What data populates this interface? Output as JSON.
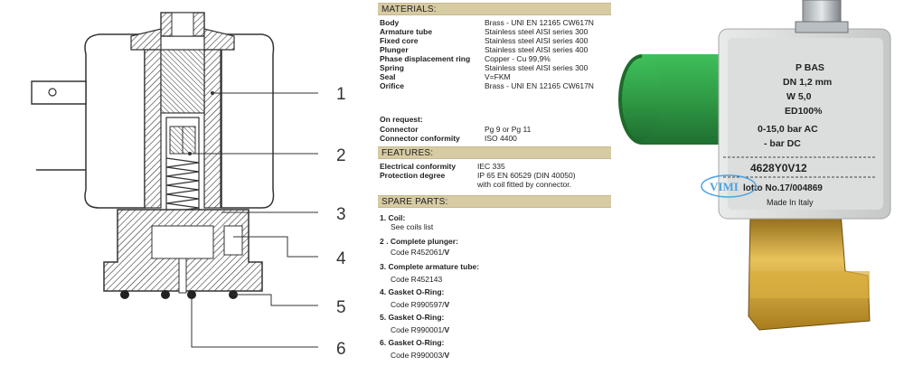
{
  "callouts": [
    "1",
    "2",
    "3",
    "4",
    "5",
    "6"
  ],
  "materials": {
    "title": "MATERIALS:",
    "rows": [
      {
        "k": "Body",
        "v": "Brass - UNI EN 12165 CW617N"
      },
      {
        "k": "Armature tube",
        "v": "Stainless steel AISI series 300"
      },
      {
        "k": "Fixed core",
        "v": "Stainless steel AISI series 400"
      },
      {
        "k": "Plunger",
        "v": "Stainless steel AISI series 400"
      },
      {
        "k": "Phase displacement ring",
        "v": "Copper  - Cu 99,9%"
      },
      {
        "k": "Spring",
        "v": "Stainless steel AISI series 300"
      },
      {
        "k": "Seal",
        "v": "V=FKM"
      },
      {
        "k": "Orifice",
        "v": "Brass - UNI EN 12165 CW617N"
      }
    ]
  },
  "request": {
    "title": "On request:",
    "rows": [
      {
        "k": "Connector",
        "v": "Pg 9 or Pg 11"
      },
      {
        "k": "Connector conformity",
        "v": "ISO 4400"
      }
    ]
  },
  "features": {
    "title": "FEATURES:",
    "rows": [
      {
        "k": "Electrical conformity",
        "v": "IEC 335"
      },
      {
        "k": "Protection degree",
        "v": "IP 65 EN 60529 (DIN 40050)"
      },
      {
        "k": "",
        "v": "with coil fitted by connector."
      }
    ]
  },
  "spare": {
    "title": "SPARE PARTS:",
    "items": [
      {
        "num": "1.",
        "name": "Coil:",
        "pre": "See coils list",
        "code": ""
      },
      {
        "num": "2 .",
        "name": "Complete plunger:",
        "pre": "Code R452061/",
        "code": "V"
      },
      {
        "num": "3.",
        "name": "Complete armature tube:",
        "pre": "Code R452143",
        "code": ""
      },
      {
        "num": "4.",
        "name": "Gasket O-Ring:",
        "pre": "Code R990597/",
        "code": "V"
      },
      {
        "num": "5.",
        "name": "Gasket O-Ring:",
        "pre": "Code R990001/",
        "code": "V"
      },
      {
        "num": "6.",
        "name": "Gasket O-Ring:",
        "pre": "Code R990003/",
        "code": "V"
      }
    ]
  },
  "photo": {
    "label_lines": [
      "P BAS",
      "DN  1,2 mm",
      "W 5,0",
      "ED100%",
      "0-15,0  bar AC",
      "-        bar DC"
    ],
    "serial": "4628Y0V12",
    "lot": "lotto No.17/004869",
    "made": "Made In Italy",
    "watermark": "VIMI",
    "colors": {
      "coil": "#2f9a45",
      "brass": "#cc9f2e",
      "metal": "#d7d8d8"
    }
  }
}
